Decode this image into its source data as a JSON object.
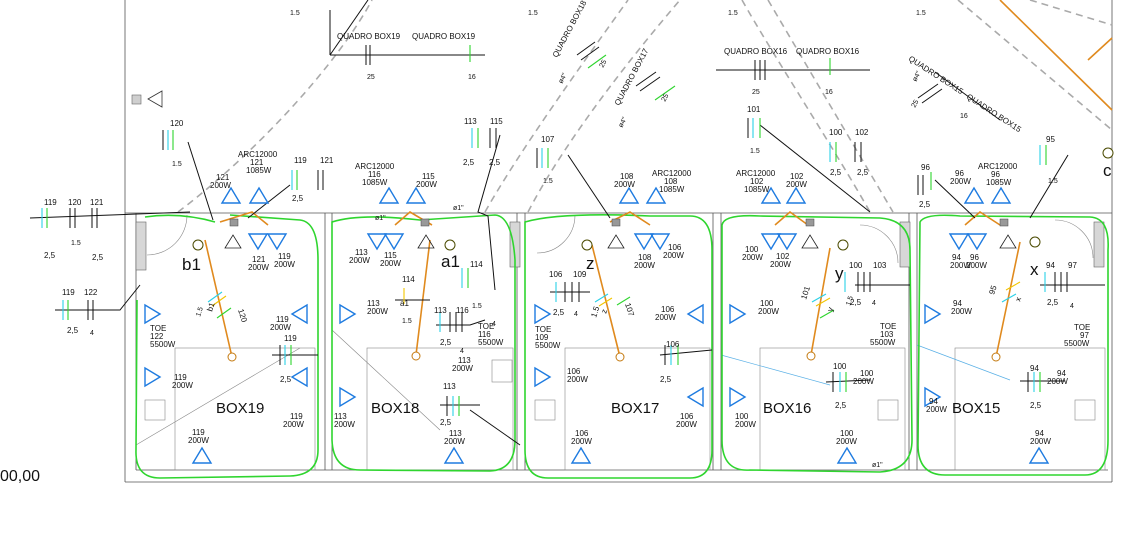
{
  "drawing": {
    "coordinate": "00,00",
    "rooms": [
      "BOX19",
      "BOX18",
      "BOX17",
      "BOX16",
      "BOX15"
    ],
    "switch_letters": [
      "b1",
      "a1",
      "z",
      "y",
      "x",
      "c"
    ],
    "panels": {
      "p1": "QUADRO BOX19",
      "p2": "QUADRO BOX19",
      "p3": "QUADRO BOX16",
      "p4": "QUADRO BOX16",
      "p5": "QUADRO BOX18",
      "p6": "QUADRO BOX17",
      "p7": "QUADRO BOX15",
      "p8": "QUADRO BOX15"
    },
    "diam_small": "ø4\"",
    "diam_one": "ø1\"",
    "label_toe": "TOE",
    "arc": "ARC12000",
    "watt": {
      "w200": "200W",
      "w1085": "1085W",
      "w5500": "5500W"
    },
    "circuits": [
      "119",
      "120",
      "121",
      "122",
      "113",
      "114",
      "115",
      "116",
      "106",
      "107",
      "108",
      "109",
      "100",
      "101",
      "102",
      "103",
      "94",
      "95",
      "96",
      "97",
      "25",
      "16",
      "1.5",
      "2,5",
      "4"
    ]
  }
}
